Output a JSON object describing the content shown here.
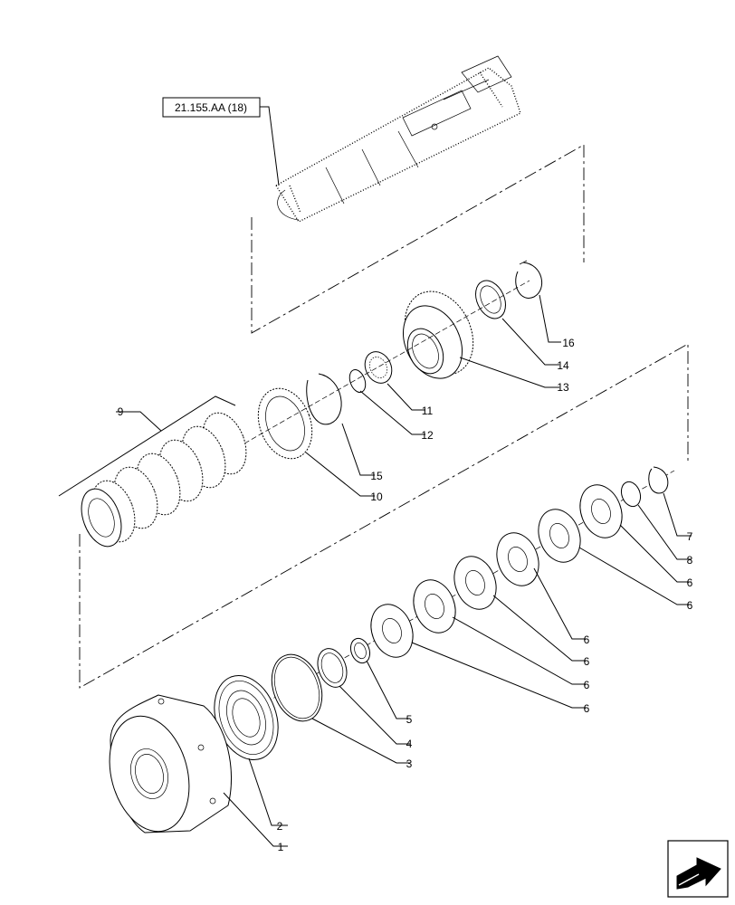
{
  "reference_box": "21.155.AA (18)",
  "callouts": [
    {
      "id": "c1",
      "text": "1"
    },
    {
      "id": "c2",
      "text": "2"
    },
    {
      "id": "c3",
      "text": "3"
    },
    {
      "id": "c4",
      "text": "4"
    },
    {
      "id": "c5",
      "text": "5"
    },
    {
      "id": "c6a",
      "text": "6"
    },
    {
      "id": "c6b",
      "text": "6"
    },
    {
      "id": "c6c",
      "text": "6"
    },
    {
      "id": "c6d",
      "text": "6"
    },
    {
      "id": "c6e",
      "text": "6"
    },
    {
      "id": "c6f",
      "text": "6"
    },
    {
      "id": "c7",
      "text": "7"
    },
    {
      "id": "c8",
      "text": "8"
    },
    {
      "id": "c9",
      "text": "9"
    },
    {
      "id": "c10",
      "text": "10"
    },
    {
      "id": "c11",
      "text": "11"
    },
    {
      "id": "c12",
      "text": "12"
    },
    {
      "id": "c13",
      "text": "13"
    },
    {
      "id": "c14",
      "text": "14"
    },
    {
      "id": "c15",
      "text": "15"
    },
    {
      "id": "c16",
      "text": "16"
    }
  ],
  "icons": {
    "nav": "next-page-arrow-icon"
  }
}
